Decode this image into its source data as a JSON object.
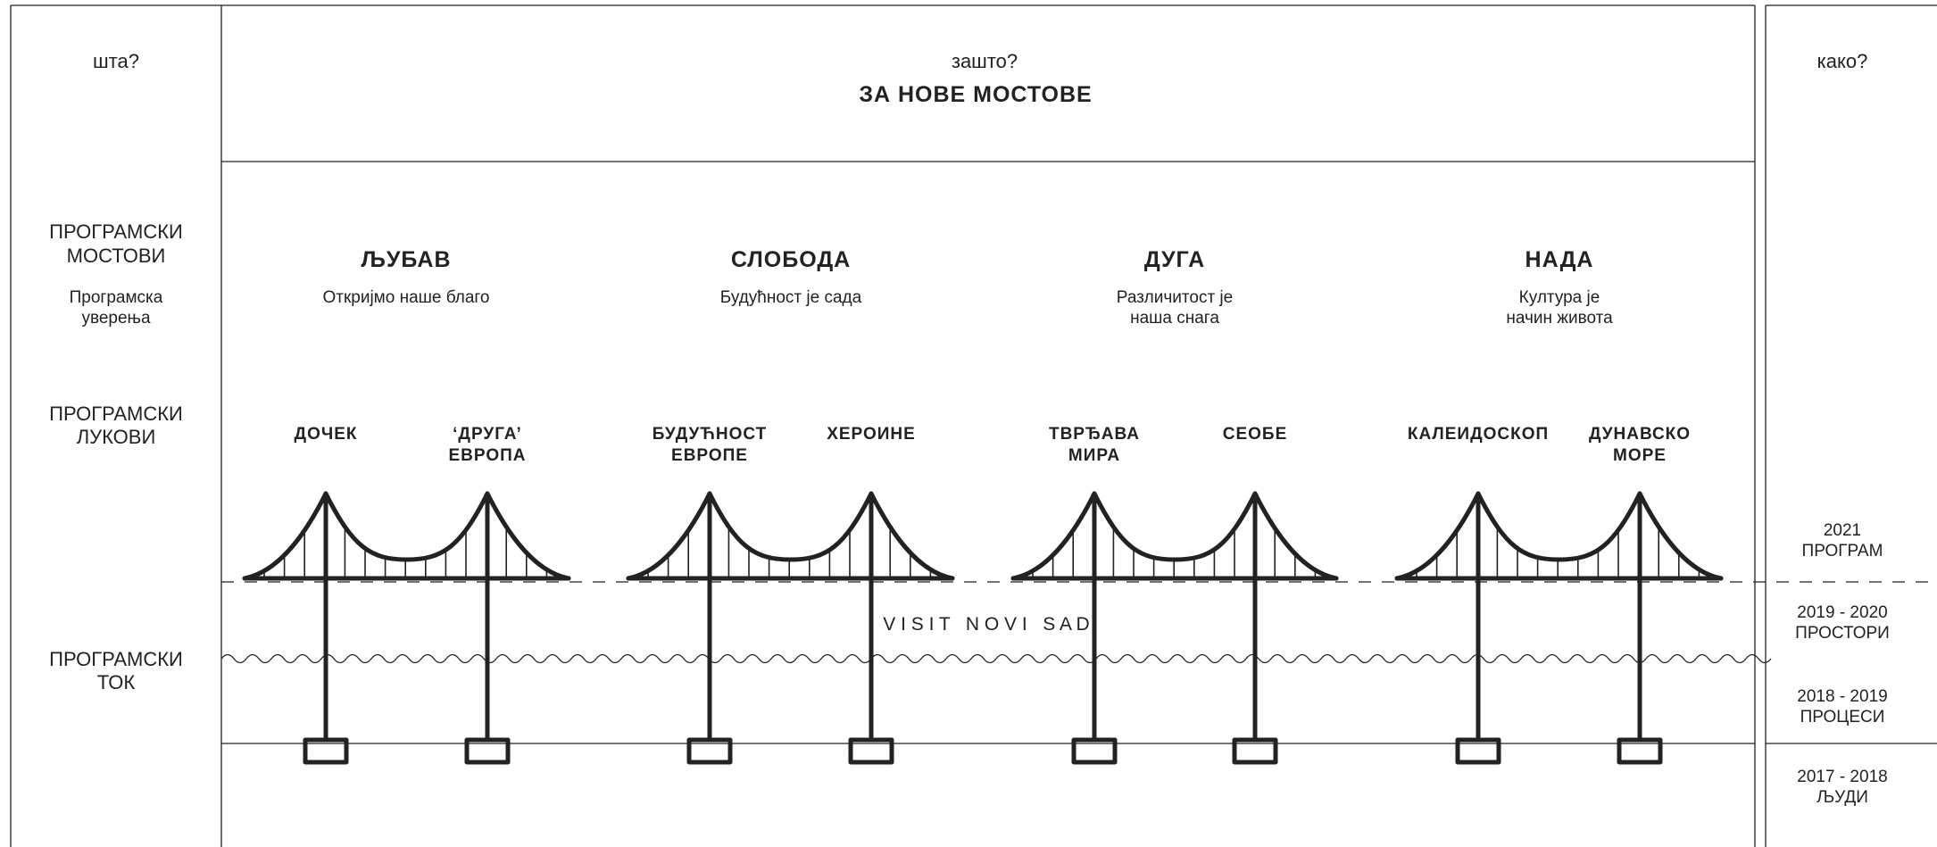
{
  "header": {
    "what": "шта?",
    "why": "зашто?",
    "why_title": "ЗА НОВЕ МОСТОВЕ",
    "how": "како?"
  },
  "left_labels": {
    "bridges": [
      "ПРОГРАМСКИ",
      "МОСТОВИ"
    ],
    "beliefs": [
      "Програмска",
      "уверења"
    ],
    "arches": [
      "ПРОГРАМСКИ",
      "ЛУКОВИ"
    ],
    "flow": [
      "ПРОГРАМСКИ",
      "ТОК"
    ]
  },
  "bridges": [
    {
      "title": "ЉУБАВ",
      "belief": [
        "Откријмо наше благо"
      ],
      "arches": [
        [
          "ДОЧЕК"
        ],
        [
          "‘ДРУГА’",
          "ЕВРОПА"
        ]
      ]
    },
    {
      "title": "СЛОБОДА",
      "belief": [
        "Будућност је сада"
      ],
      "arches": [
        [
          "БУДУЋНОСТ",
          "ЕВРОПЕ"
        ],
        [
          "ХЕРОИНЕ"
        ]
      ]
    },
    {
      "title": "ДУГА",
      "belief": [
        "Различитост је",
        "наша снага"
      ],
      "arches": [
        [
          "ТВРЂАВА",
          "МИРА"
        ],
        [
          "СЕОБЕ"
        ]
      ]
    },
    {
      "title": "НАДА",
      "belief": [
        "Култура је",
        "начин живота"
      ],
      "arches": [
        [
          "КАЛЕИДОСКОП"
        ],
        [
          "ДУНАВСКО",
          "МОРЕ"
        ]
      ]
    }
  ],
  "river_text": "V I S I T   N O V I   S A D",
  "timeline": [
    [
      "2021",
      "ПРОГРАМ"
    ],
    [
      "2019 - 2020",
      "ПРОСТОРИ"
    ],
    [
      "2018 - 2019",
      "ПРОЦЕСИ"
    ],
    [
      "2017 - 2018",
      "ЉУДИ"
    ]
  ]
}
